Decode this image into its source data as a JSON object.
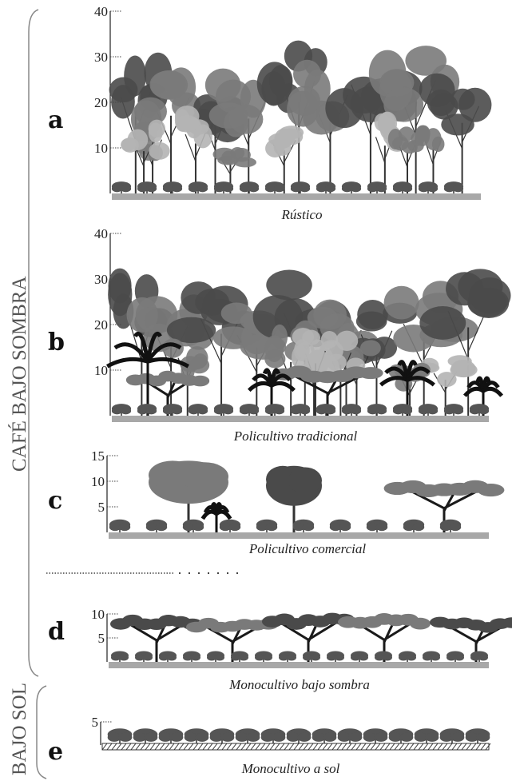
{
  "side_labels": {
    "shade": "CAFÉ BAJO SOMBRA",
    "sun": "BAJO SOL"
  },
  "panels": [
    {
      "letter": "a",
      "caption": "Rústico",
      "ticks": [
        {
          "value": 40,
          "label": "40"
        },
        {
          "value": 30,
          "label": "30"
        },
        {
          "value": 20,
          "label": "20"
        },
        {
          "value": 10,
          "label": "10"
        }
      ],
      "max_height_m": 40
    },
    {
      "letter": "b",
      "caption": "Policultivo tradicional",
      "ticks": [
        {
          "value": 40,
          "label": "40"
        },
        {
          "value": 30,
          "label": "30"
        },
        {
          "value": 20,
          "label": "20"
        },
        {
          "value": 10,
          "label": "10"
        }
      ],
      "max_height_m": 40
    },
    {
      "letter": "c",
      "caption": "Policultivo comercial",
      "ticks": [
        {
          "value": 15,
          "label": "15"
        },
        {
          "value": 10,
          "label": "10"
        },
        {
          "value": 5,
          "label": "5"
        }
      ],
      "max_height_m": 15
    },
    {
      "letter": "d",
      "caption": "Monocultivo bajo sombra",
      "ticks": [
        {
          "value": 10,
          "label": "10"
        },
        {
          "value": 5,
          "label": "5"
        }
      ],
      "max_height_m": 10
    },
    {
      "letter": "e",
      "caption": "Monocultivo a sol",
      "ticks": [
        {
          "value": 5,
          "label": "5"
        }
      ],
      "max_height_m": 5
    }
  ],
  "colors": {
    "ground": "#a8a8a8",
    "canopy_dark": "#4a4a4a",
    "canopy_mid": "#7a7a7a",
    "canopy_light": "#b4b4b4",
    "coffee": "#555555",
    "banana": "#111111",
    "trunk": "#333333"
  }
}
